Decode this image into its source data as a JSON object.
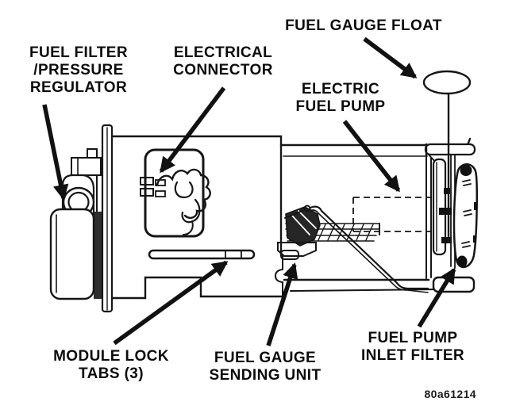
{
  "figure": {
    "code": "80a61214",
    "background_color": "#ffffff",
    "line_color": "#161616",
    "description": "Fuel pump module assembly line-art diagram"
  },
  "labels": {
    "fuel_gauge_float": "FUEL GAUGE FLOAT",
    "fuel_filter_pressure_regulator": "FUEL FILTER\n/PRESSURE\nREGULATOR",
    "electrical_connector": "ELECTRICAL\nCONNECTOR",
    "electric_fuel_pump": "ELECTRIC\nFUEL PUMP",
    "module_lock_tabs": "MODULE LOCK\nTABS (3)",
    "fuel_gauge_sending_unit": "FUEL GAUGE\nSENDING UNIT",
    "fuel_pump_inlet_filter": "FUEL PUMP\nINLET FILTER"
  }
}
